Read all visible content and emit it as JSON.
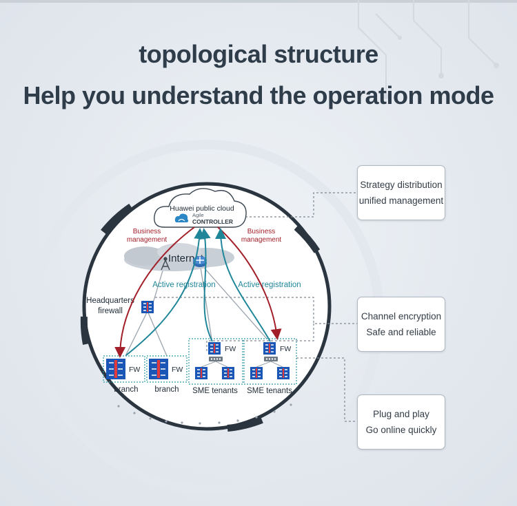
{
  "header": {
    "title": "topological structure",
    "subtitle": "Help you understand the operation mode"
  },
  "diagram": {
    "cloud_label": "Huawei public cloud",
    "controller_prefix": "Agile",
    "controller_name": "CONTROLLER",
    "internet_label": "Internet",
    "business_left_1": "Business",
    "business_left_2": "management",
    "business_right_1": "Business",
    "business_right_2": "management",
    "active_left": "Active registration",
    "active_right": "Active registration",
    "hq_line1": "Headquarters",
    "hq_line2": "firewall",
    "fw": "FW",
    "branch1": "branch",
    "branch2": "branch",
    "sme1": "SME tenants",
    "sme2": "SME tenants"
  },
  "callouts": [
    {
      "line1": "Strategy distribution",
      "line2": "unified management"
    },
    {
      "line1": "Channel encryption",
      "line2": "Safe and reliable"
    },
    {
      "line1": "Plug and play",
      "line2": "Go online quickly"
    }
  ],
  "colors": {
    "title": "#2f3c4a",
    "business_arrow": "#a21e28",
    "registration_arrow": "#1f8699",
    "firewall_icon": "#1a56b5"
  }
}
